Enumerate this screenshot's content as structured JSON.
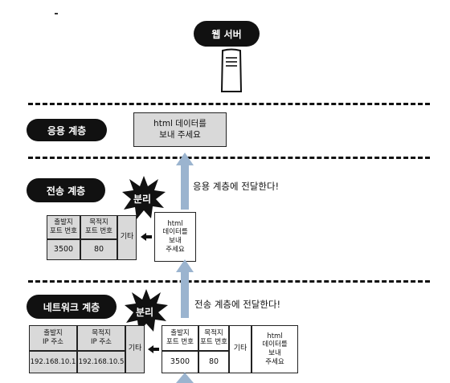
{
  "server_label": "웹 서버",
  "layers": {
    "application": "응용 계층",
    "transport": "전송 계층",
    "network": "네트워크 계층"
  },
  "app_box": {
    "line1": "html 데이터를",
    "line2": "보내 주세요"
  },
  "notes": {
    "to_application": "응용 계층에 전달한다!",
    "to_transport": "전송 계층에 전달한다!"
  },
  "separate_label": "분리",
  "transport_packet": {
    "src_port_label_1": "출발지",
    "src_port_label_2": "포트 번호",
    "dst_port_label_1": "목적지",
    "dst_port_label_2": "포트 번호",
    "src_port": "3500",
    "dst_port": "80",
    "etc": "기타",
    "data_1": "html",
    "data_2": "데이터를",
    "data_3": "보내",
    "data_4": "주세요"
  },
  "network_packet": {
    "src_ip_label_1": "출발지",
    "src_ip_label_2": "IP 주소",
    "dst_ip_label_1": "목적지",
    "dst_ip_label_2": "IP 주소",
    "src_ip": "192.168.10.1",
    "dst_ip": "192.168.10.5",
    "etc": "기타",
    "src_port_label_1": "출발지",
    "src_port_label_2": "포트 번호",
    "dst_port_label_1": "목적지",
    "dst_port_label_2": "포트 번호",
    "src_port": "3500",
    "dst_port": "80",
    "etc2": "기타",
    "data_1": "html",
    "data_2": "데이터를",
    "data_3": "보내",
    "data_4": "주세요"
  }
}
